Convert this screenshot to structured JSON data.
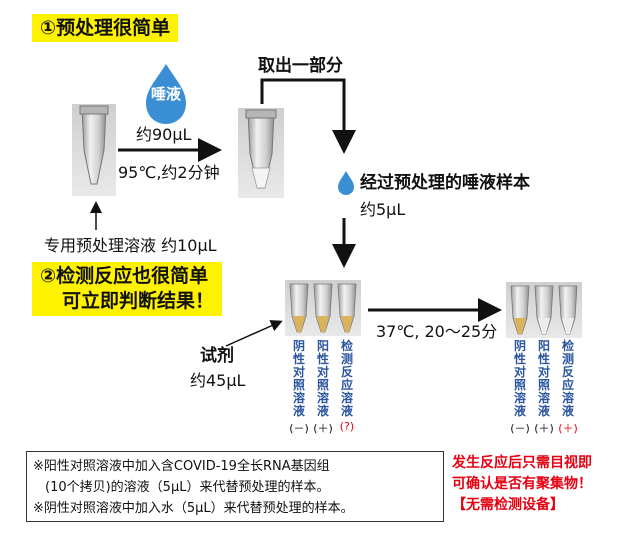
{
  "step1": {
    "title": "①预处理很简单"
  },
  "saliva_drop_label": "唾液",
  "volume_90": "约90μL",
  "heat_condition": "95℃,约2分钟",
  "take_part": "取出一部分",
  "pretreated_sample": "经过预处理的唾液样本",
  "volume_5": "约5μL",
  "pretreat_solution": "专用预处理溶液 约10μL",
  "step2": {
    "title_line1": "②检测反应也很简单",
    "title_line2": "可立即判断结果！"
  },
  "reagent": "试剂",
  "volume_45": "约45μL",
  "incubation": "37℃, 20～25分",
  "tube_labels": {
    "negative": "阴性对照溶液",
    "positive": "阳性对照溶液",
    "test": "检测反应溶液"
  },
  "signs_before": {
    "negative": "(－)",
    "positive": "(＋)",
    "test": "(?)"
  },
  "signs_after": {
    "negative": "(－)",
    "positive": "(＋)",
    "test": "(＋)"
  },
  "notes": {
    "line1": "※阳性对照溶液中加入含COVID-19全长RNA基因组",
    "line2": "(10个拷贝)的溶液（5μL）来代替预处理的样本。",
    "line3": "※阴性对照溶液中加入水（5μL）来代替预处理的样本。"
  },
  "result_note": {
    "line1": "发生反应后只需目视即",
    "line2": "可确认是否有聚集物！",
    "line3": "【无需检测设备】"
  },
  "colors": {
    "banner": "#fff200",
    "label_blue": "#2a55a0",
    "drop_blue": "#3a8fd4",
    "warning_red": "#e60012"
  }
}
